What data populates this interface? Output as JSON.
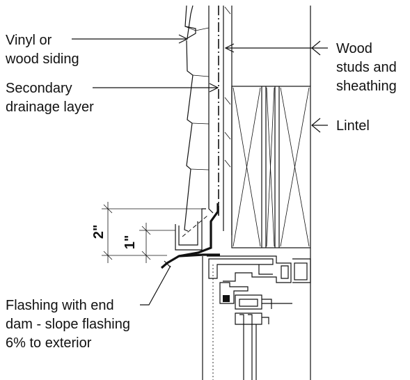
{
  "labels": {
    "siding": [
      "Vinyl or",
      "wood siding"
    ],
    "drainage": [
      "Secondary",
      "drainage layer"
    ],
    "studs": [
      "Wood",
      "studs and",
      "sheathing"
    ],
    "lintel": "Lintel",
    "flashing": [
      "Flashing with end",
      "dam - slope flashing",
      "6% to exterior"
    ]
  },
  "dimensions": {
    "outer": "2\"",
    "inner": "1\""
  }
}
